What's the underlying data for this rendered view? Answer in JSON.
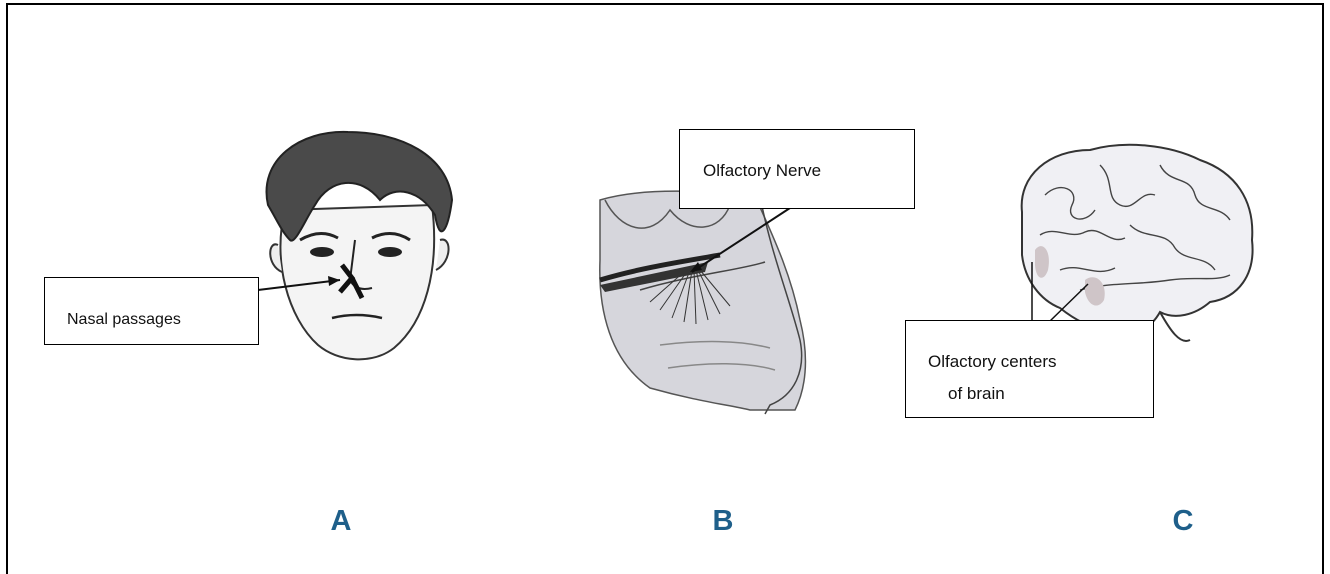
{
  "panels": [
    {
      "letter": "A",
      "callout": "Nasal passages"
    },
    {
      "letter": "B",
      "callout": "Olfactory Nerve"
    },
    {
      "letter": "C",
      "callout_line1": "Olfactory centers",
      "callout_line2": "of brain"
    }
  ]
}
